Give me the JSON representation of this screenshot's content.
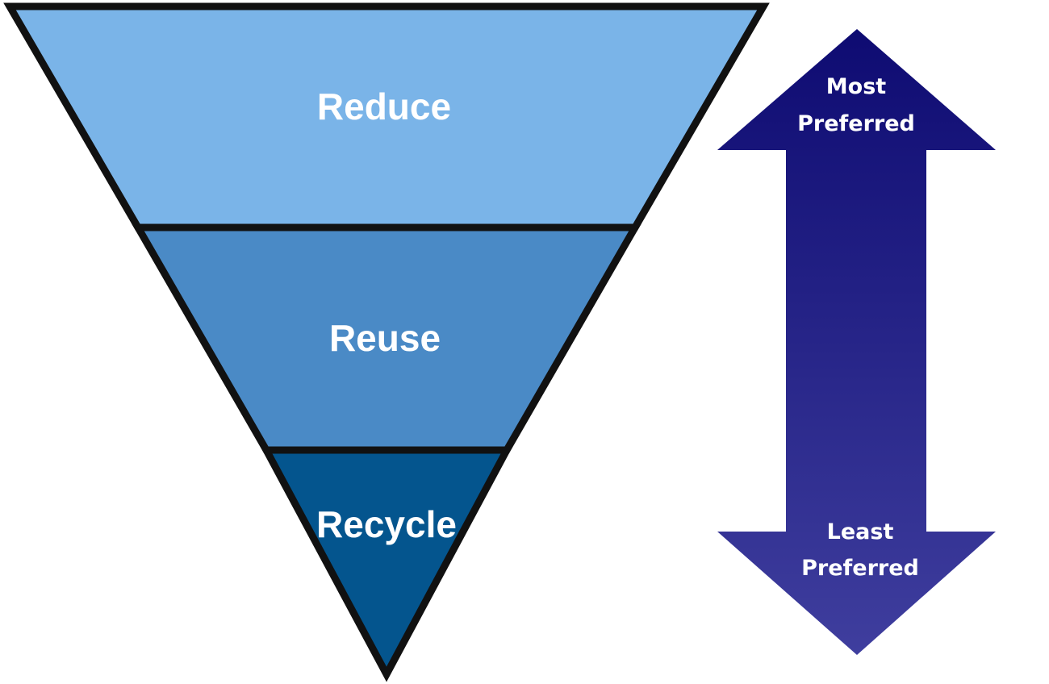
{
  "hierarchy": {
    "tiers": [
      {
        "label": "Reduce",
        "color": "#7ab4e8"
      },
      {
        "label": "Reuse",
        "color": "#4a8ac6"
      },
      {
        "label": "Recycle",
        "color": "#04558e"
      }
    ],
    "outline_color": "#111111"
  },
  "preference_arrow": {
    "top_label_line1": "Most",
    "top_label_line2": "Preferred",
    "bottom_label_line1": "Least",
    "bottom_label_line2": "Preferred",
    "color_top": "#0e0b72",
    "color_bottom": "#3f3e9e"
  }
}
